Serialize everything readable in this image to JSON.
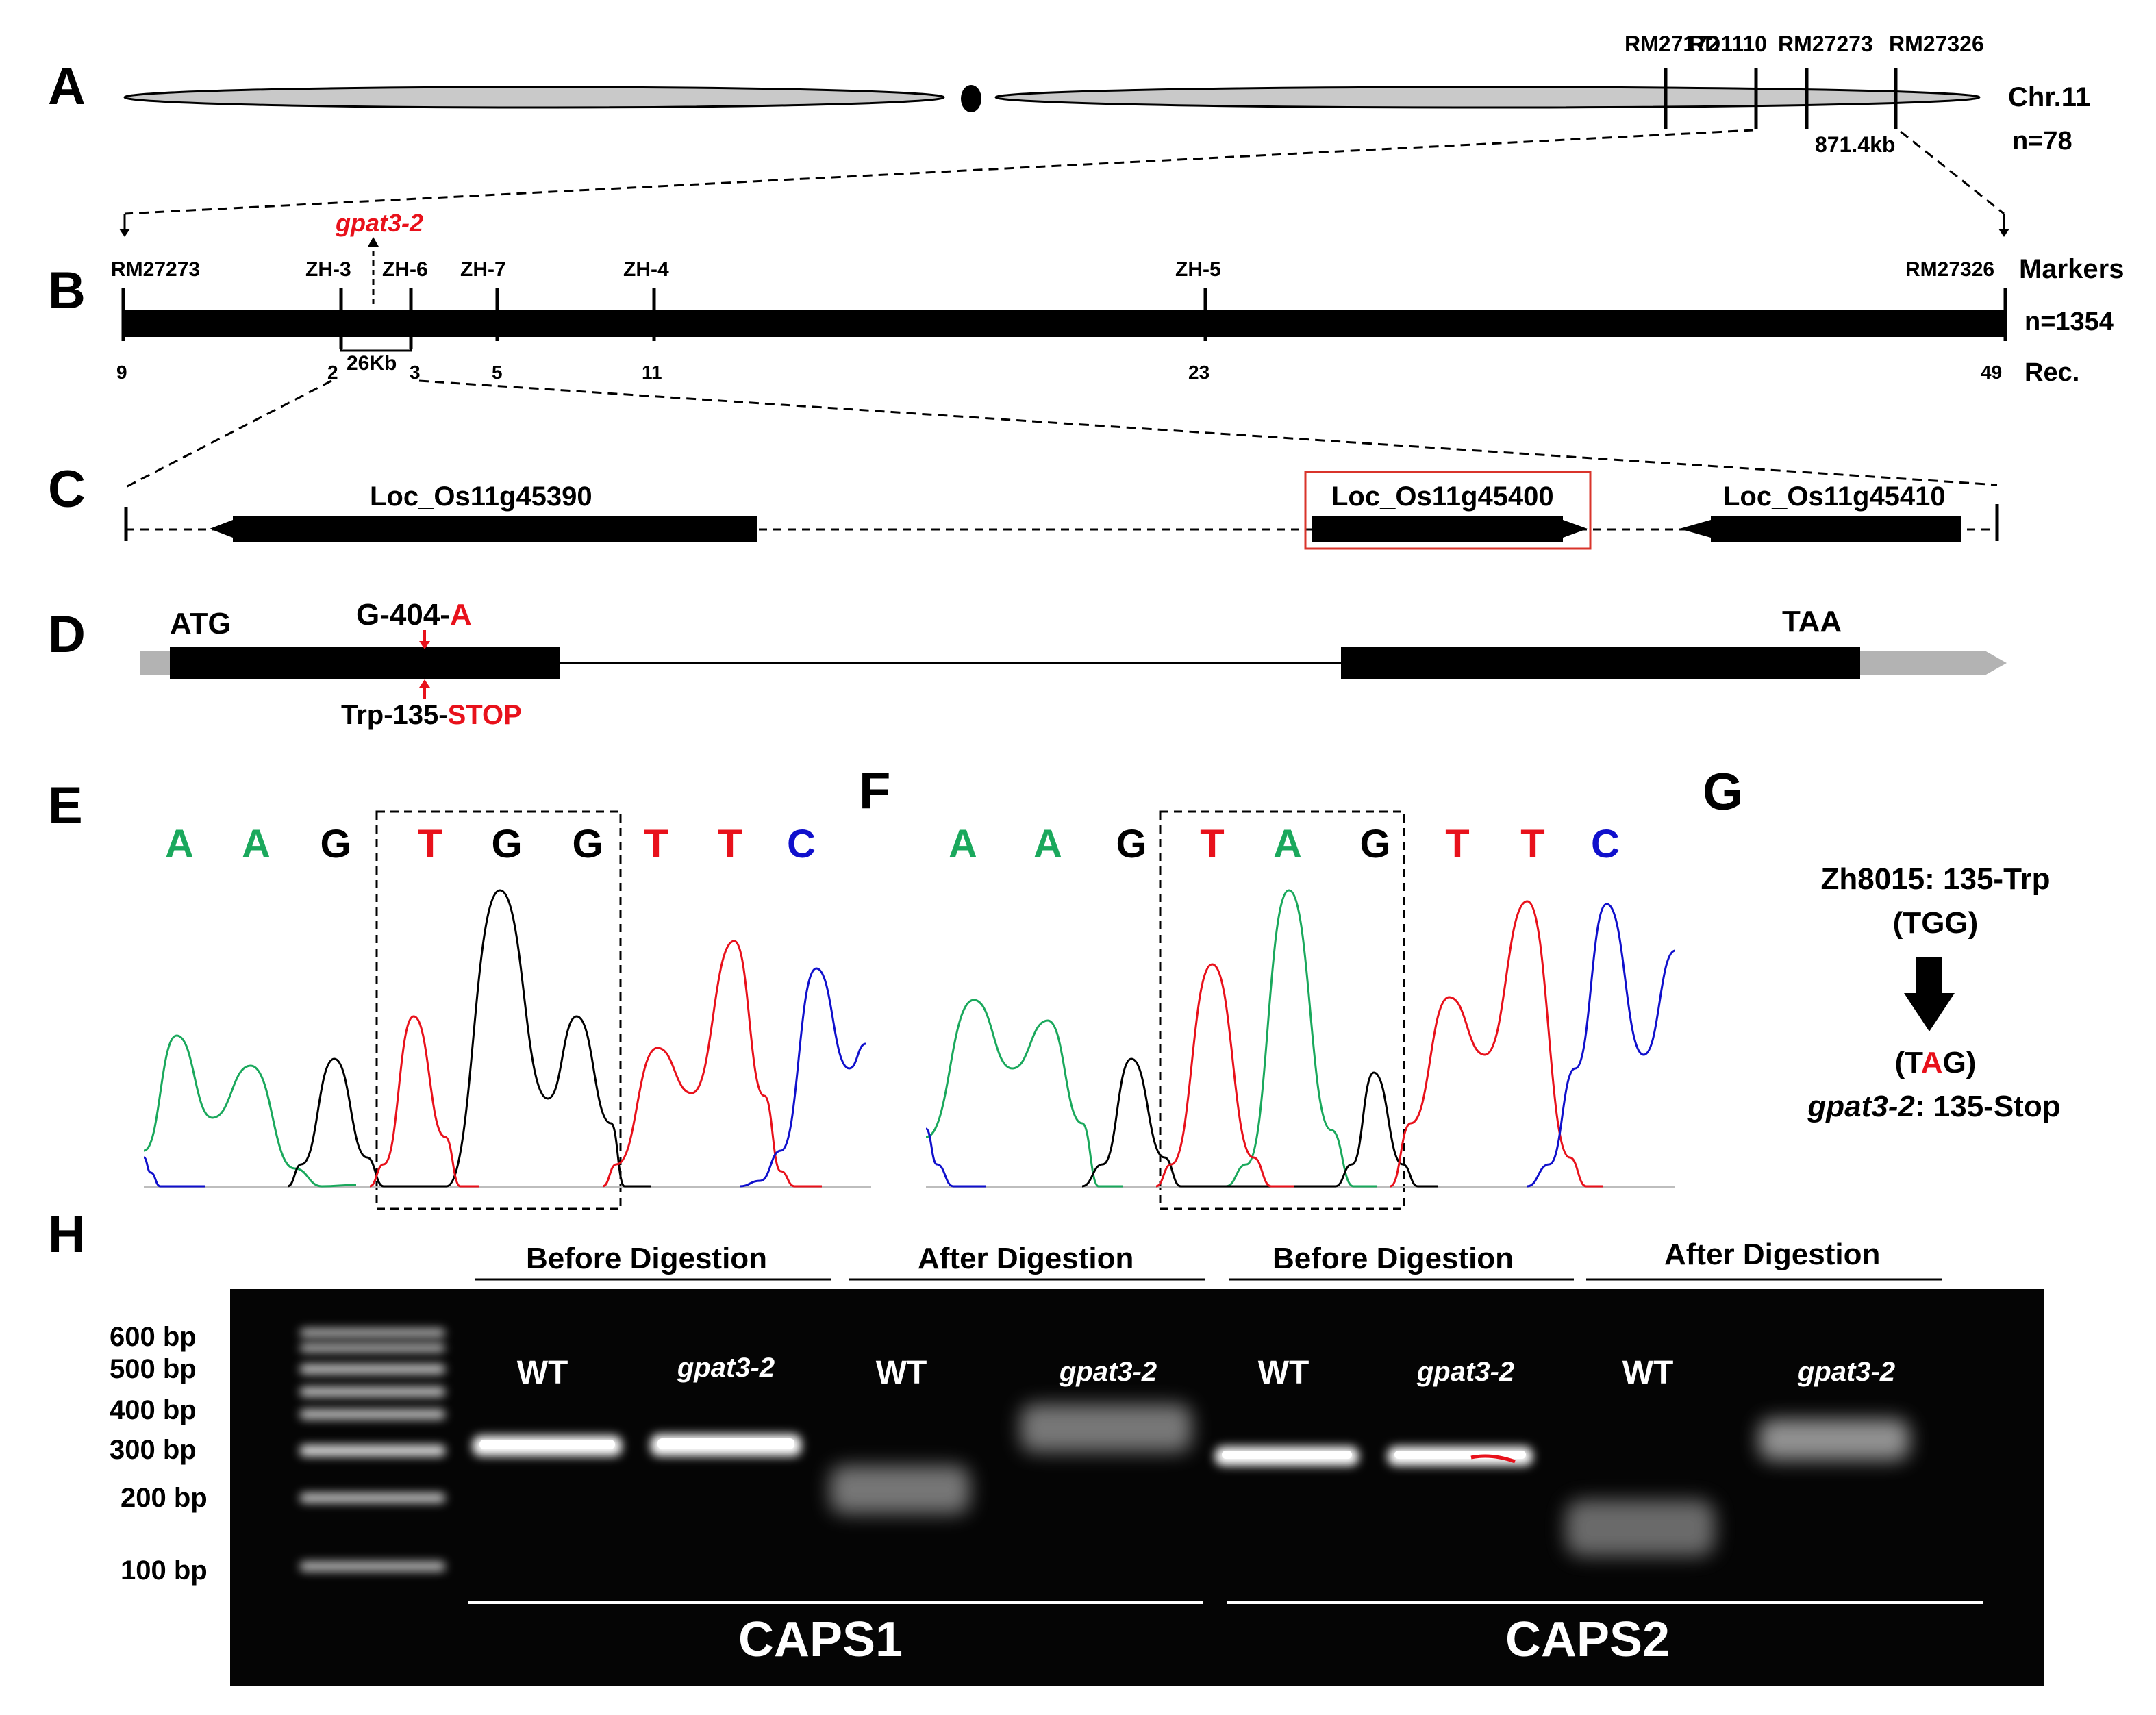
{
  "colors": {
    "black": "#000000",
    "red": "#e8111b",
    "green": "#1aa85c",
    "blue": "#1010cc",
    "chromosome_fill": "#c9c9c9",
    "utr_gray": "#b3b3b3",
    "box_red": "#d9342b",
    "gel_bg": "#050505",
    "band_white": "#ffffff"
  },
  "panels": {
    "A": "A",
    "B": "B",
    "C": "C",
    "D": "D",
    "E": "E",
    "F": "F",
    "G": "G",
    "H": "H"
  },
  "panel_a": {
    "chromosome": "Chr.11",
    "n": "n=78",
    "markers": [
      "RM27172",
      "RD1110",
      "RM27273",
      "RM27326"
    ],
    "interval": "871.4kb"
  },
  "panel_b": {
    "gene_label": "gpat3-2",
    "interval": "26Kb",
    "right_labels": [
      "Markers",
      "n=1354",
      "Rec."
    ],
    "markers": [
      {
        "name": "RM27273",
        "rec": "9"
      },
      {
        "name": "ZH-3",
        "rec": "2"
      },
      {
        "name": "ZH-6",
        "rec": "3"
      },
      {
        "name": "ZH-7",
        "rec": "5"
      },
      {
        "name": "ZH-4",
        "rec": "11"
      },
      {
        "name": "ZH-5",
        "rec": "23"
      },
      {
        "name": "RM27326",
        "rec": "49"
      }
    ]
  },
  "panel_c": {
    "genes": [
      "Loc_Os11g45390",
      "Loc_Os11g45400",
      "Loc_Os11g45410"
    ]
  },
  "panel_d": {
    "start_codon": "ATG",
    "stop_codon": "TAA",
    "mutation_prefix": "G-404-",
    "mutation_alt": "A",
    "protein_prefix": "Trp-135-",
    "protein_alt": "STOP"
  },
  "panel_e": {
    "bases": [
      {
        "letter": "A",
        "color": "green"
      },
      {
        "letter": "A",
        "color": "green"
      },
      {
        "letter": "G",
        "color": "black"
      },
      {
        "letter": "T",
        "color": "red"
      },
      {
        "letter": "G",
        "color": "black"
      },
      {
        "letter": "G",
        "color": "black"
      },
      {
        "letter": "T",
        "color": "red"
      },
      {
        "letter": "T",
        "color": "red"
      },
      {
        "letter": "C",
        "color": "blue"
      }
    ]
  },
  "panel_f": {
    "bases": [
      {
        "letter": "A",
        "color": "green"
      },
      {
        "letter": "A",
        "color": "green"
      },
      {
        "letter": "G",
        "color": "black"
      },
      {
        "letter": "T",
        "color": "red"
      },
      {
        "letter": "A",
        "color": "green"
      },
      {
        "letter": "G",
        "color": "black"
      },
      {
        "letter": "T",
        "color": "red"
      },
      {
        "letter": "T",
        "color": "red"
      },
      {
        "letter": "C",
        "color": "blue"
      }
    ]
  },
  "panel_g": {
    "wt_line": "Zh8015: 135-Trp",
    "wt_codon": "(TGG)",
    "mut_codon_open": "(T",
    "mut_codon_alt": "A",
    "mut_codon_close": "G)",
    "mut_name": "gpat3-2",
    "mut_suffix": ": 135-Stop"
  },
  "panel_h": {
    "ladder": [
      "600 bp",
      "500 bp",
      "400 bp",
      "300 bp",
      "200 bp",
      "100 bp"
    ],
    "group_headers": [
      "Before Digestion",
      "After Digestion",
      "Before Digestion",
      "After Digestion"
    ],
    "lanes": [
      "WT",
      "gpat3-2",
      "WT",
      "gpat3-2",
      "WT",
      "gpat3-2",
      "WT",
      "gpat3-2"
    ],
    "assays": [
      "CAPS1",
      "CAPS2"
    ]
  }
}
